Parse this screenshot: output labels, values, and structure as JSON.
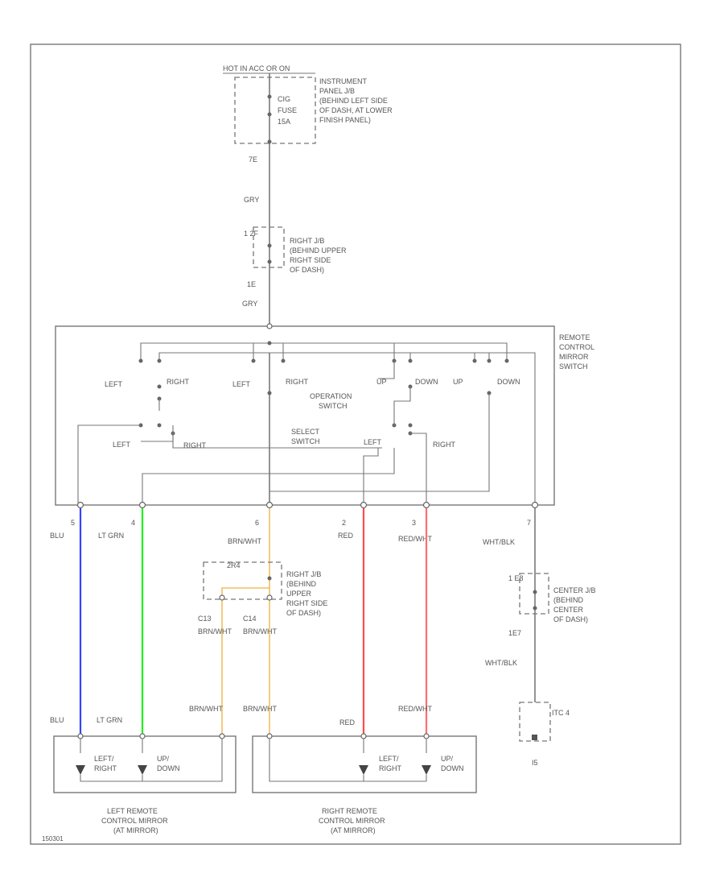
{
  "power": {
    "header": "HOT IN ACC OR ON",
    "jb_label": [
      "INSTRUMENT",
      "PANEL J/B",
      "(BEHIND LEFT SIDE",
      "OF DASH, AT LOWER",
      "FINISH PANEL)"
    ],
    "fuse": [
      "CIG",
      "FUSE",
      "15A"
    ],
    "pin_top": "7E",
    "wire_top": "GRY",
    "rjb_label": [
      "RIGHT J/B",
      "(BEHIND UPPER",
      "RIGHT SIDE",
      "OF DASH)"
    ],
    "rjb_pin_top": "1 2F",
    "rjb_pin_bottom": "1E",
    "wire_mid": "GRY"
  },
  "switch": {
    "label": [
      "REMOTE",
      "CONTROL",
      "MIRROR",
      "SWITCH"
    ],
    "op_labels": [
      "LEFT",
      "RIGHT",
      "LEFT",
      "RIGHT",
      "UP",
      "DOWN",
      "UP",
      "DOWN"
    ],
    "operation": [
      "OPERATION",
      "SWITCH"
    ],
    "select": [
      "SELECT",
      "SWITCH"
    ],
    "select_labels": [
      "LEFT",
      "RIGHT",
      "LEFT",
      "RIGHT"
    ]
  },
  "pins": [
    {
      "num": "5",
      "wire": "BLU",
      "color": "#3344ff"
    },
    {
      "num": "4",
      "wire": "LT GRN",
      "color": "#22ee22"
    },
    {
      "num": "6",
      "wire": "BRN/WHT",
      "color": "#f0c060"
    },
    {
      "num": "2",
      "wire": "RED",
      "color": "#ff4a4a"
    },
    {
      "num": "3",
      "wire": "RED/WHT",
      "color": "#ff6f6f"
    },
    {
      "num": "7",
      "wire": "WHT/BLK",
      "color": "#666666"
    }
  ],
  "right_jb2": {
    "pin": "2R4",
    "label": [
      "RIGHT J/B",
      "(BEHIND",
      "UPPER",
      "RIGHT SIDE",
      "OF DASH)"
    ],
    "left_pin": "C13",
    "left_wire": "BRN/WHT",
    "right_pin": "C14",
    "right_wire": "BRN/WHT"
  },
  "center_jb": {
    "pin_top": "1 E8",
    "label": [
      "CENTER J/B",
      "(BEHIND",
      "CENTER",
      "OF DASH)"
    ],
    "pin_bottom": "1E7",
    "wire": "WHT/BLK",
    "ground_label": "ITC 4",
    "ground_id": "I5"
  },
  "left_mirror": {
    "wires": [
      "BLU",
      "LT GRN",
      "BRN/WHT"
    ],
    "motor1": [
      "LEFT/",
      "RIGHT"
    ],
    "motor2": [
      "UP/",
      "DOWN"
    ],
    "label": [
      "LEFT REMOTE",
      "CONTROL MIRROR",
      "(AT MIRROR)"
    ]
  },
  "right_mirror": {
    "wires": [
      "BRN/WHT",
      "RED",
      "RED/WHT"
    ],
    "motor1": [
      "LEFT/",
      "RIGHT"
    ],
    "motor2": [
      "UP/",
      "DOWN"
    ],
    "label": [
      "RIGHT REMOTE",
      "CONTROL MIRROR",
      "(AT MIRROR)"
    ]
  },
  "figure_id": "150301"
}
